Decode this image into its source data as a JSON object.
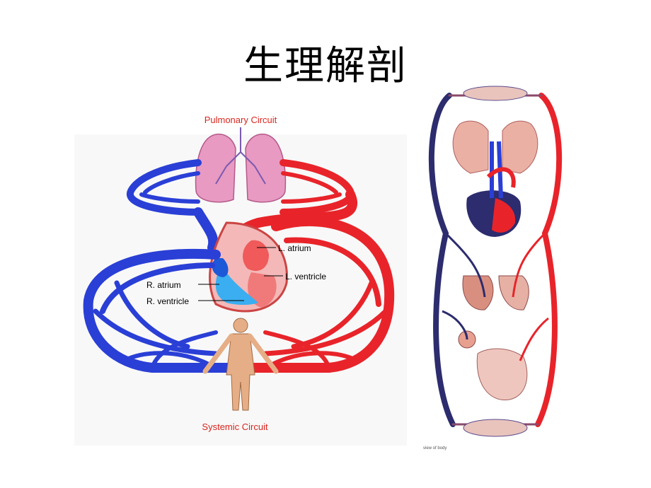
{
  "slide": {
    "title": "生理解剖"
  },
  "left_diagram": {
    "pulmonary_label": "Pulmonary Circuit",
    "systemic_label": "Systemic Circuit",
    "l_atrium": "L. atrium",
    "l_ventricle": "L. ventricle",
    "r_atrium": "R. atrium",
    "r_ventricle": "R. ventricle"
  },
  "right_diagram": {
    "caption": "view of body"
  },
  "colors": {
    "artery": "#e8242a",
    "vein": "#2a3fd6",
    "dark_vein": "#2c2c6e",
    "label_red": "#d9271f"
  }
}
